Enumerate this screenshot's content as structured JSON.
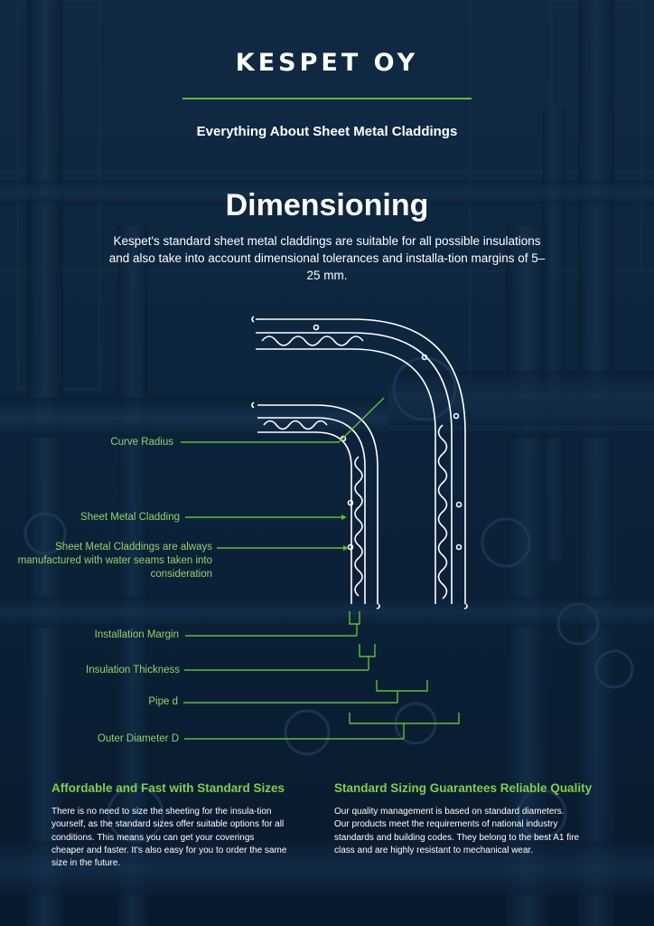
{
  "brand": {
    "logo_text": "KESPET OY"
  },
  "header": {
    "subtitle": "Everything About Sheet Metal Claddings"
  },
  "main": {
    "title": "Dimensioning",
    "intro": "Kespet's standard sheet metal claddings are suitable for all possible insulations and also take into account dimensional tolerances and installa-tion margins of 5–25 mm."
  },
  "diagram": {
    "labels": {
      "curve_radius": "Curve Radius",
      "sheet_metal_cladding": "Sheet Metal Cladding",
      "water_seams": "Sheet Metal Claddings are always manufactured with water seams taken into consideration",
      "installation_margin": "Installation Margin",
      "insulation_thickness": "Insulation Thickness",
      "pipe_d": "Pipe d",
      "outer_diameter": "Outer Diameter D"
    }
  },
  "columns": {
    "left": {
      "heading": "Affordable and Fast with Standard Sizes",
      "text": "There is no need to size the sheeting for the insula-tion yourself, as the standard sizes offer suitable options for all conditions. This means you can get your coverings cheaper and faster. It's also easy for you to order the same size in the future."
    },
    "right": {
      "heading": "Standard Sizing Guarantees Reliable Quality",
      "text": "Our quality management is based on standard diameters. Our products meet the requirements of national industry standards and building codes. They belong to the best A1 fire class and are highly resistant to mechanical wear."
    }
  },
  "colors": {
    "accent": "#5cbf3a",
    "background": "#0b1f33",
    "text": "#ffffff"
  }
}
